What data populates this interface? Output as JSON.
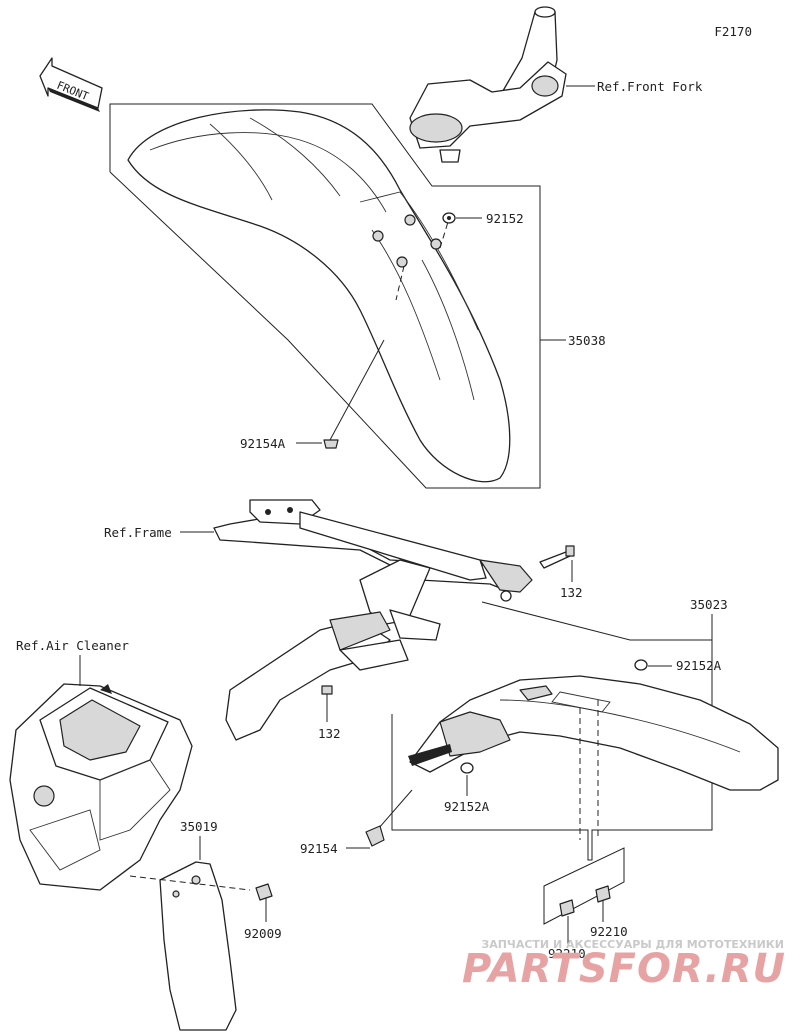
{
  "figure_code": "F2170",
  "front_arrow_label": "FRONT",
  "callouts": {
    "ref_front_fork": "Ref.Front Fork",
    "p92152_top": "92152",
    "p35038": "35038",
    "p92154A": "92154A",
    "ref_frame": "Ref.Frame",
    "p132_right": "132",
    "p35023": "35023",
    "p92152A_right": "92152A",
    "ref_air_cleaner": "Ref.Air Cleaner",
    "p132_left": "132",
    "p92152A_bottom": "92152A",
    "p35019": "35019",
    "p92154": "92154",
    "p92009": "92009",
    "p92210_right": "92210",
    "p92210_left": "92210"
  },
  "watermark": {
    "tagline": "ЗАПЧАСТИ И АКСЕССУАРЫ ДЛЯ МОТОТЕХНИКИ",
    "brand": "PARTSFOR.RU"
  }
}
